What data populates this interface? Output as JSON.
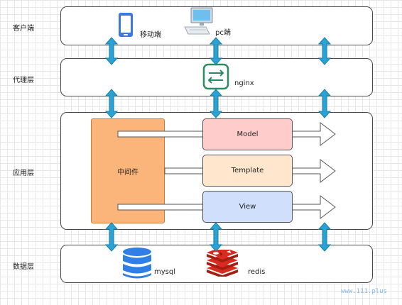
{
  "layers": {
    "client": "客户端",
    "proxy": "代理层",
    "application": "应用层",
    "data": "数据层"
  },
  "client": {
    "mobile": "移动端",
    "pc": "pc端"
  },
  "proxy": {
    "server": "nginx"
  },
  "application": {
    "middleware": "中间件",
    "components": {
      "model": "Model",
      "template": "Template",
      "view": "View"
    }
  },
  "data": {
    "db": "mysql",
    "cache": "redis"
  },
  "watermark": "www.111.plus",
  "colors": {
    "model": "#ffcccc",
    "template": "#ffe6cc",
    "view": "#d0e0fc",
    "middleware": "#fbb57a",
    "connector": "#29a3d6",
    "mysql": "#2f7fe6",
    "redis": "#d02c21",
    "nginx": "#2a8a63"
  },
  "icons": {
    "mobile": "mobile-phone-icon",
    "pc": "desktop-pc-icon",
    "nginx": "nginx-exchange-icon",
    "mysql": "database-icon",
    "redis": "redis-stack-icon"
  }
}
